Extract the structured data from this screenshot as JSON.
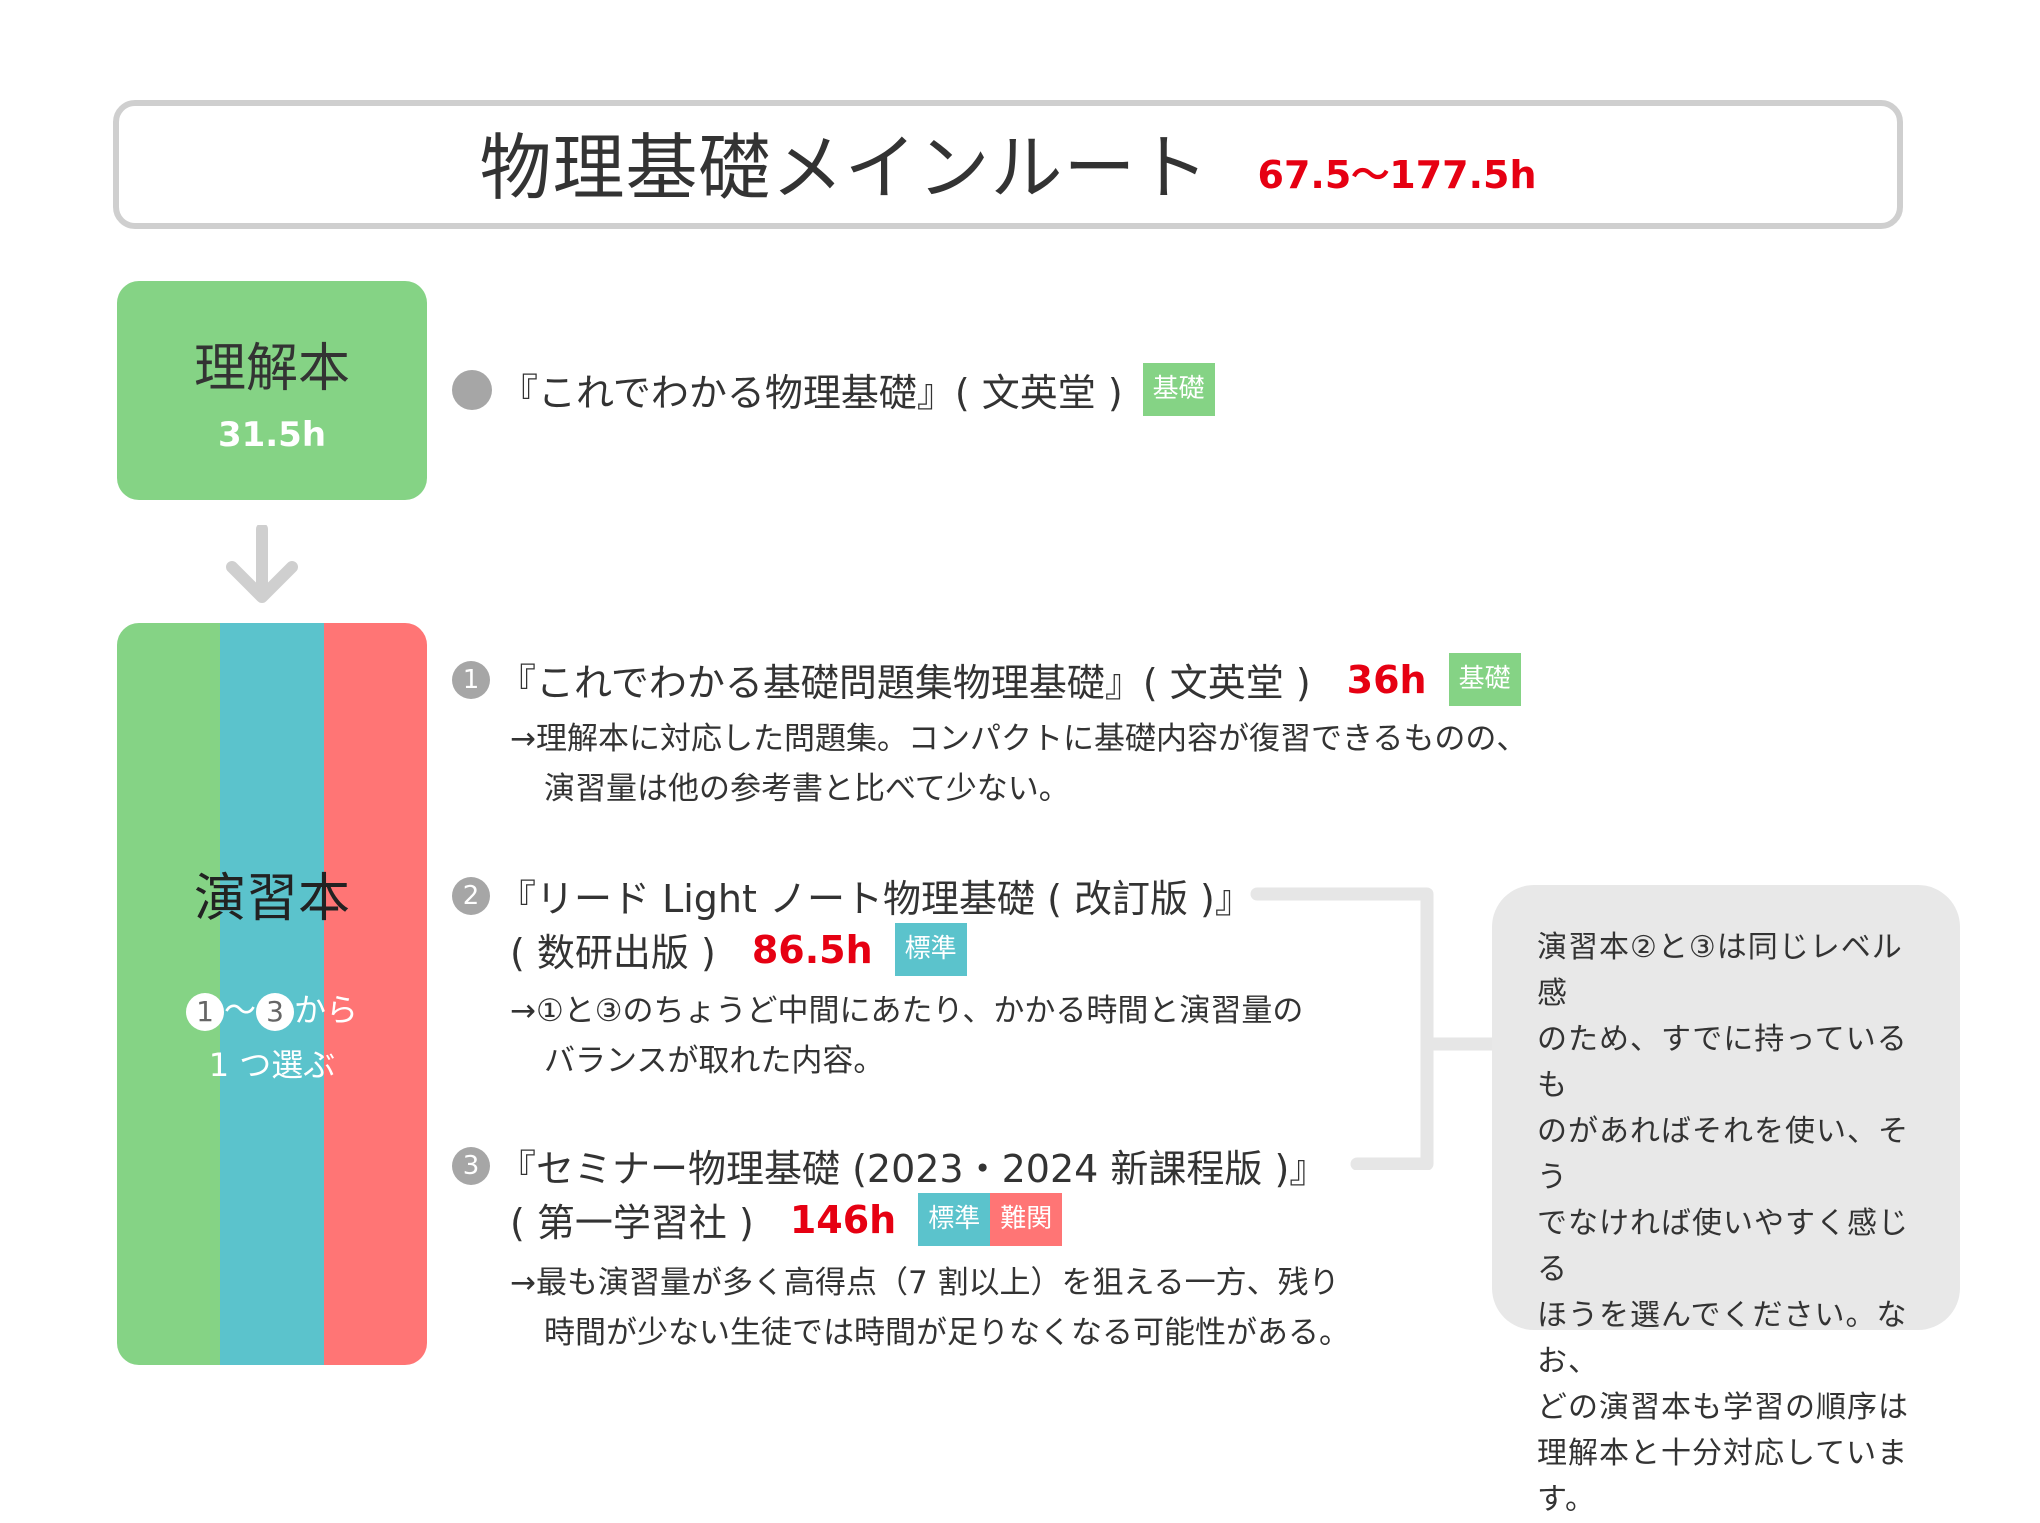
{
  "header": {
    "title": "物理基礎メインルート",
    "total_hours": "67.5〜177.5h"
  },
  "understanding": {
    "label": "理解本",
    "hours": "31.5h",
    "book": {
      "bullet_icon": "gray-circle-icon",
      "title": "『これでわかる物理基礎』( 文英堂 )",
      "tags": [
        {
          "label": "基礎",
          "color": "#85d385"
        }
      ]
    }
  },
  "flow_arrow": {
    "icon": "arrow-down-icon",
    "color": "#cfcfcf"
  },
  "practice": {
    "label": "演習本",
    "choose_num_start": "1",
    "choose_sep": "〜",
    "choose_num_end": "3",
    "choose_suffix": "から",
    "choose_line2": "1 つ選ぶ",
    "stripe_colors": [
      "#85d385",
      "#5bc3cc",
      "#ff7575"
    ],
    "books": [
      {
        "number": "1",
        "title_line1": "『これでわかる基礎問題集物理基礎』( 文英堂 )",
        "title_line2": "",
        "hours": "36h",
        "tags": [
          {
            "label": "基礎",
            "color": "#85d385"
          }
        ],
        "desc_line1": "→理解本に対応した問題集。コンパクトに基礎内容が復習できるものの、",
        "desc_line2": "演習量は他の参考書と比べて少ない。"
      },
      {
        "number": "2",
        "title_line1": "『リード Light ノート物理基礎 ( 改訂版 )』",
        "title_line2": "( 数研出版 )",
        "hours": "86.5h",
        "tags": [
          {
            "label": "標準",
            "color": "#5bc3cc"
          }
        ],
        "desc_line1": "→①と③のちょうど中間にあたり、かかる時間と演習量の",
        "desc_line2": "バランスが取れた内容。"
      },
      {
        "number": "3",
        "title_line1": "『セミナー物理基礎 (2023・2024 新課程版 )』",
        "title_line2": "( 第一学習社 )",
        "hours": "146h",
        "tags": [
          {
            "label": "標準",
            "color": "#5bc3cc"
          },
          {
            "label": "難関",
            "color": "#ff7575"
          }
        ],
        "desc_line1": "→最も演習量が多く高得点（7 割以上）を狙える一方、残り",
        "desc_line2": "時間が少ない生徒では時間が足りなくなる可能性がある。"
      }
    ]
  },
  "note": {
    "lines": [
      "演習本②と③は同じレベル感",
      "のため、すでに持っているも",
      "のがあればそれを使い、そう",
      "でなければ使いやすく感じる",
      "ほうを選んでください。なお、",
      "どの演習本も学習の順序は",
      "理解本と十分対応していま",
      "す。"
    ]
  },
  "colors": {
    "accent_red": "#e60012",
    "basic_green": "#85d385",
    "standard_teal": "#5bc3cc",
    "hard_red": "#ff7575",
    "note_gray": "#e8e8e8",
    "border_gray": "#cfcfcf"
  }
}
